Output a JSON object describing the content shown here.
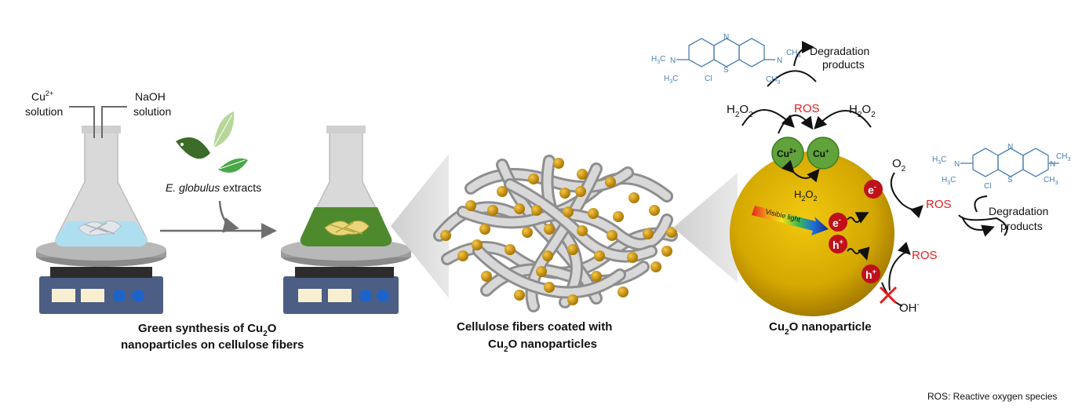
{
  "synthesis": {
    "cu_label": "Cu",
    "cu_sup": "2+",
    "cu_solution": "solution",
    "naoh_label": "NaOH",
    "naoh_solution": "solution",
    "extract_italic": "E. globulus",
    "extract_rest": " extracts",
    "caption_line1_a": "Green synthesis of Cu",
    "caption_line1_sub": "2",
    "caption_line1_b": "O",
    "caption_line2": "nanoparticles on cellulose fibers"
  },
  "fibers": {
    "caption_line1": "Cellulose fibers coated with",
    "caption_line2_a": "Cu",
    "caption_line2_sub": "2",
    "caption_line2_b": "O nanoparticles"
  },
  "nanoparticle": {
    "caption_a": "Cu",
    "caption_sub": "2",
    "caption_b": "O nanoparticle",
    "cu2_label": "Cu",
    "cu2_sup": "2+",
    "cu1_label": "Cu",
    "cu1_sup": "+",
    "h2o2_left_a": "H",
    "h2o2_left_sub1": "2",
    "h2o2_left_b": "O",
    "h2o2_left_sub2": "2",
    "h2o2_right_a": "H",
    "h2o2_right_sub1": "2",
    "h2o2_right_b": "O",
    "h2o2_right_sub2": "2",
    "h2o2_bottom_a": "H",
    "h2o2_bottom_sub1": "2",
    "h2o2_bottom_b": "O",
    "h2o2_bottom_sub2": "2",
    "ros_top": "ROS",
    "ros_right": "ROS",
    "ros_bottom": "ROS",
    "degradation_top_1": "Degradation",
    "degradation_top_2": "products",
    "degradation_right_1": "Degradation",
    "degradation_right_2": "products",
    "o2_a": "O",
    "o2_sub": "2",
    "oh_a": "OH",
    "oh_sup": "-",
    "visible_light": "Visible light",
    "electron_label": "e",
    "electron_sup": "-",
    "hole_label": "h",
    "hole_sup": "+"
  },
  "molecule": {
    "n_top": "N",
    "s_label": "S",
    "cl_label": "Cl",
    "h3c_a": "H",
    "h3c_sub": "3",
    "h3c_b": "C",
    "ch3_a": "CH",
    "ch3_sub": "3",
    "n_side": "N"
  },
  "footnote": "ROS: Reactive oxygen species",
  "colors": {
    "particle_gold": "#c9a000",
    "cu_green": "#5fa33a",
    "charge_red": "#c0101a",
    "ros_red": "#e41e1e",
    "molecule_blue": "#4a7fb3",
    "liquid_blue": "#aedff0",
    "liquid_green": "#4e8a2d"
  }
}
